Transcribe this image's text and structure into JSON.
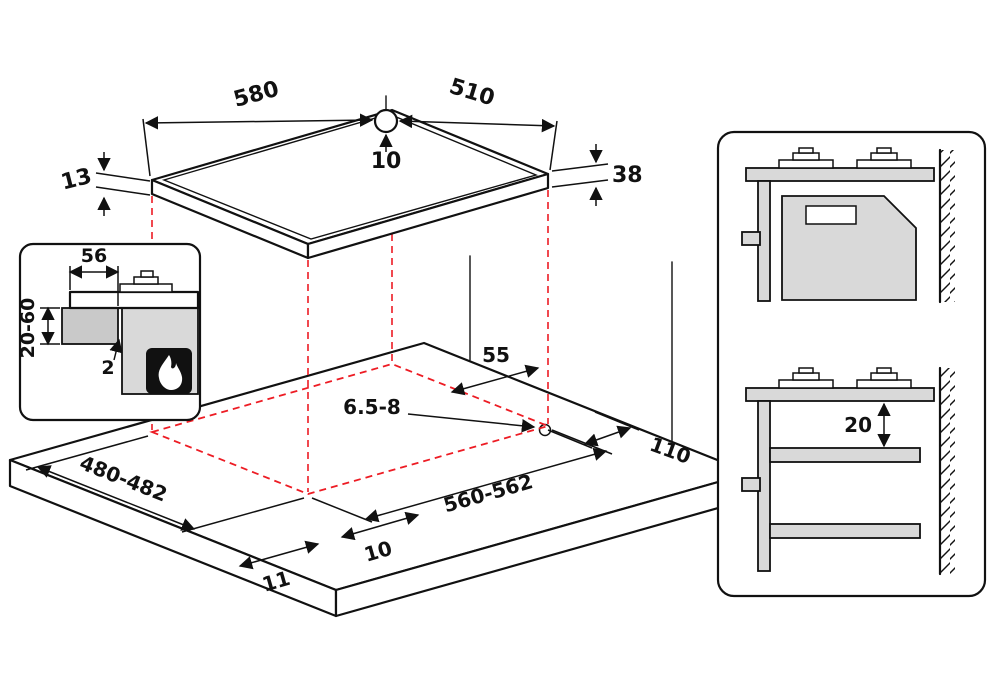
{
  "colors": {
    "ink": "#111111",
    "projection_red": "#ed1c24",
    "fill_light": "#d9d9d9",
    "fill_mid": "#c9c9c9",
    "paper": "#ffffff"
  },
  "hob": {
    "width": "580",
    "depth": "510",
    "hole_offset": "10",
    "rim_height": "13",
    "body_height": "38"
  },
  "worktop": {
    "back_clearance": "55",
    "pipe_hole": "6.5-8",
    "side_clearance": "110",
    "cutout_depth": "480-482",
    "cutout_width": "560-562",
    "front_offset": "10",
    "corner_offset": "11"
  },
  "inset": {
    "lip_overlap": "56",
    "thickness": "20-60",
    "gap": "2"
  },
  "panel": {
    "shelf_gap": "20"
  },
  "icons": {
    "flame": "flame-icon",
    "burner": "gas-burner-icon",
    "wall": "wall-hatch-icon",
    "hole": "pipe-hole-icon"
  }
}
